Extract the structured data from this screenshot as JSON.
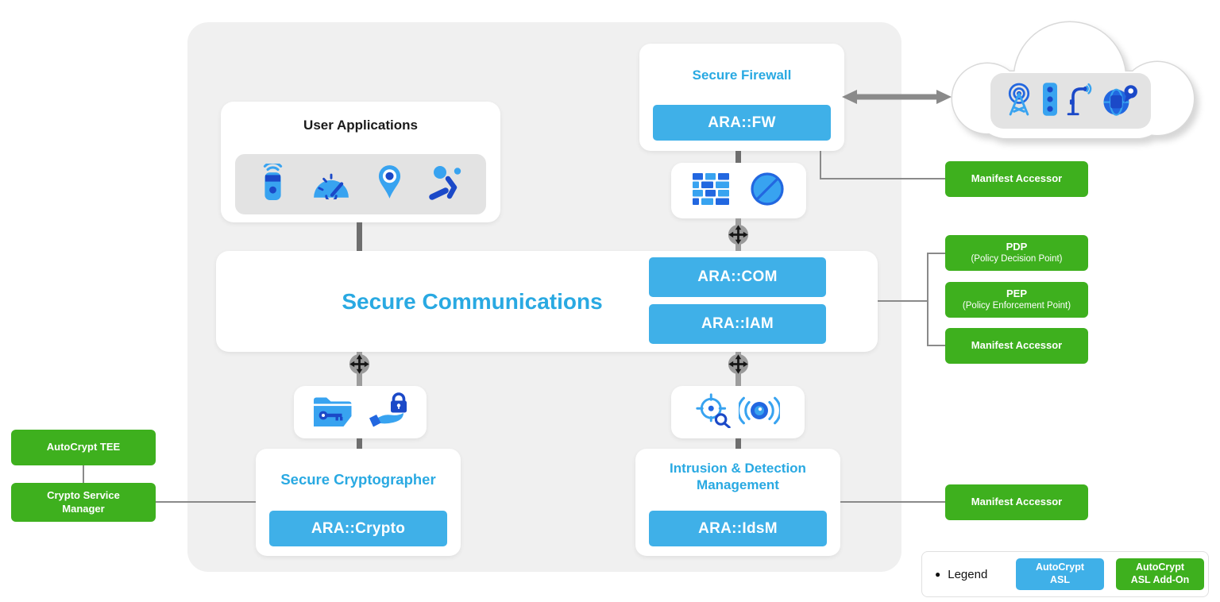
{
  "colors": {
    "asl_blue": "#3FB0E8",
    "addon_green": "#3EB01E",
    "heading_blue": "#29A9E2",
    "panel_gray": "#F0F0F0",
    "connector_gray": "#8A8A8A"
  },
  "panel": {
    "user_applications": {
      "title": "User Applications",
      "icons": [
        "smart-key-icon",
        "speedometer-icon",
        "location-pin-icon",
        "passenger-seat-icon"
      ]
    },
    "secure_firewall": {
      "title": "Secure Firewall",
      "module": "ARA::FW",
      "icons": [
        "firewall-bricks-icon",
        "prohibition-icon"
      ]
    },
    "secure_communications": {
      "title": "Secure Communications",
      "modules": [
        "ARA::COM",
        "ARA::IAM"
      ]
    },
    "secure_cryptographer": {
      "title": "Secure Cryptographer",
      "module": "ARA::Crypto",
      "icons": [
        "key-folder-icon",
        "hand-lock-icon"
      ]
    },
    "intrusion_detection": {
      "title": "Intrusion & Detection Management",
      "module": "ARA::IdsM",
      "icons": [
        "threat-search-icon",
        "radar-icon"
      ]
    }
  },
  "cloud": {
    "icons": [
      "radio-tower-icon",
      "traffic-light-icon",
      "smart-lamp-icon",
      "connected-globe-icon"
    ]
  },
  "left_addons": {
    "tee": "AutoCrypt TEE",
    "csm": "Crypto Service Manager"
  },
  "right_addons": {
    "manifest_top": "Manifest Accessor",
    "pdp_abbr": "PDP",
    "pdp_full": "(Policy Decision Point)",
    "pep_abbr": "PEP",
    "pep_full": "(Policy Enforcement Point)",
    "manifest_mid": "Manifest Accessor",
    "manifest_bottom": "Manifest Accessor"
  },
  "legend": {
    "bullet": "●",
    "label": "Legend",
    "items": [
      {
        "line1": "AutoCrypt",
        "line2": "ASL"
      },
      {
        "line1": "AutoCrypt",
        "line2": "ASL Add-On"
      }
    ]
  }
}
